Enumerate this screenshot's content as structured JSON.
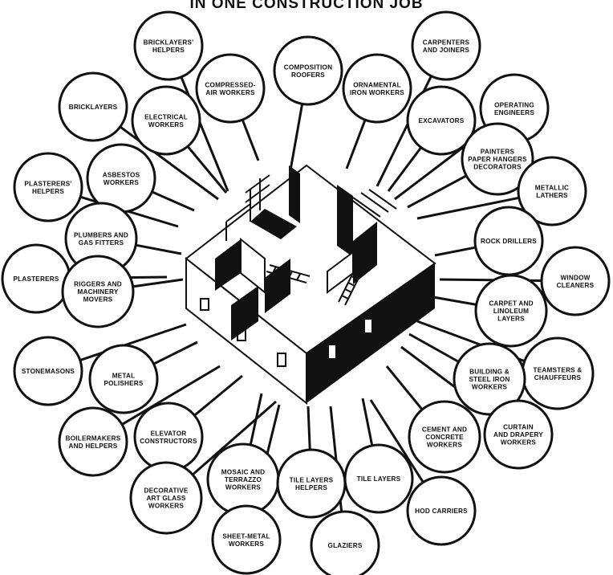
{
  "title": "IN ONE CONSTRUCTION JOB",
  "trades": [
    {
      "id": "bricklayers-helpers",
      "lines": [
        "BRICKLAYERS'",
        "HELPERS"
      ]
    },
    {
      "id": "carpenters-joiners",
      "lines": [
        "CARPENTERS",
        "AND JOINERS"
      ]
    },
    {
      "id": "composition-roofers",
      "lines": [
        "COMPOSITION",
        "ROOFERS"
      ]
    },
    {
      "id": "compressed-air-workers",
      "lines": [
        "COMPRESSED-",
        "AIR WORKERS"
      ]
    },
    {
      "id": "ornamental-iron-workers",
      "lines": [
        "ORNAMENTAL",
        "IRON WORKERS"
      ]
    },
    {
      "id": "operating-engineers",
      "lines": [
        "OPERATING",
        "ENGINEERS"
      ]
    },
    {
      "id": "bricklayers",
      "lines": [
        "BRICKLAYERS"
      ]
    },
    {
      "id": "electrical-workers",
      "lines": [
        "ELECTRICAL",
        "WORKERS"
      ]
    },
    {
      "id": "excavators",
      "lines": [
        "EXCAVATORS"
      ]
    },
    {
      "id": "painters",
      "lines": [
        "PAINTERS",
        "PAPER HANGERS",
        "DECORATORS"
      ]
    },
    {
      "id": "metallic-lathers",
      "lines": [
        "METALLIC",
        "LATHERS"
      ]
    },
    {
      "id": "asbestos-workers",
      "lines": [
        "ASBESTOS",
        "WORKERS"
      ]
    },
    {
      "id": "plasterers-helpers",
      "lines": [
        "PLASTERERS'",
        "HELPERS"
      ]
    },
    {
      "id": "plumbers-gas-fitters",
      "lines": [
        "PLUMBERS AND",
        "GAS FITTERS"
      ]
    },
    {
      "id": "rock-drillers",
      "lines": [
        "ROCK DRILLERS"
      ]
    },
    {
      "id": "plasterers",
      "lines": [
        "PLASTERERS"
      ]
    },
    {
      "id": "window-cleaners",
      "lines": [
        "WINDOW",
        "CLEANERS"
      ]
    },
    {
      "id": "riggers-machinery-movers",
      "lines": [
        "RIGGERS AND",
        "MACHINERY",
        "MOVERS"
      ]
    },
    {
      "id": "carpet-linoleum-layers",
      "lines": [
        "CARPET AND",
        "LINOLEUM",
        "LAYERS"
      ]
    },
    {
      "id": "stonemasons",
      "lines": [
        "STONEMASONS"
      ]
    },
    {
      "id": "metal-polishers",
      "lines": [
        "METAL",
        "POLISHERS"
      ]
    },
    {
      "id": "teamsters-chauffeurs",
      "lines": [
        "TEAMSTERS &",
        "CHAUFFEURS"
      ]
    },
    {
      "id": "building-steel-iron-workers",
      "lines": [
        "BUILDING &",
        "STEEL IRON",
        "WORKERS"
      ]
    },
    {
      "id": "cement-concrete-workers",
      "lines": [
        "CEMENT AND",
        "CONCRETE",
        "WORKERS"
      ]
    },
    {
      "id": "elevator-constructors",
      "lines": [
        "ELEVATOR",
        "CONSTRUCTORS"
      ]
    },
    {
      "id": "boilermakers-helpers",
      "lines": [
        "BOILERMAKERS",
        "AND HELPERS"
      ]
    },
    {
      "id": "curtain-drapery-workers",
      "lines": [
        "CURTAIN",
        "AND DRAPERY",
        "WORKERS"
      ]
    },
    {
      "id": "mosaic-terrazzo-workers",
      "lines": [
        "MOSAIC AND",
        "TERRAZZO",
        "WORKERS"
      ]
    },
    {
      "id": "tile-layers",
      "lines": [
        "TILE LAYERS"
      ]
    },
    {
      "id": "tile-layers-helpers",
      "lines": [
        "TILE LAYERS",
        "HELPERS"
      ]
    },
    {
      "id": "decorative-art-glass-workers",
      "lines": [
        "DECORATIVE",
        "ART GLASS",
        "WORKERS"
      ]
    },
    {
      "id": "hod-carriers",
      "lines": [
        "HOD CARRIERS"
      ]
    },
    {
      "id": "sheet-metal-workers",
      "lines": [
        "SHEET-METAL",
        "WORKERS"
      ]
    },
    {
      "id": "glaziers",
      "lines": [
        "GLAZIERS"
      ]
    }
  ]
}
